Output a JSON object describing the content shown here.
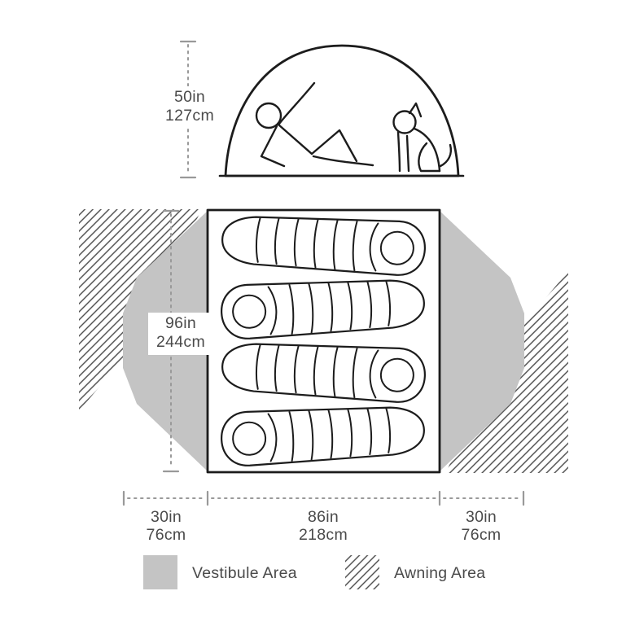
{
  "colors": {
    "vestibule": "#c4c4c4",
    "outline": "#1c1c1c",
    "dimension": "#999999",
    "text": "#4a4a4a",
    "hatch": "#474747"
  },
  "side_view": {
    "height_label": {
      "inches": "50in",
      "cm": "127cm"
    }
  },
  "floor_plan": {
    "length_label": {
      "inches": "96in",
      "cm": "244cm"
    },
    "sleeping_bags": 4,
    "widths": [
      {
        "inches": "30in",
        "cm": "76cm"
      },
      {
        "inches": "86in",
        "cm": "218cm"
      },
      {
        "inches": "30in",
        "cm": "76cm"
      }
    ]
  },
  "legend": [
    {
      "label": "Vestibule Area",
      "swatch": "vestibule"
    },
    {
      "label": "Awning Area",
      "swatch": "awning"
    }
  ]
}
